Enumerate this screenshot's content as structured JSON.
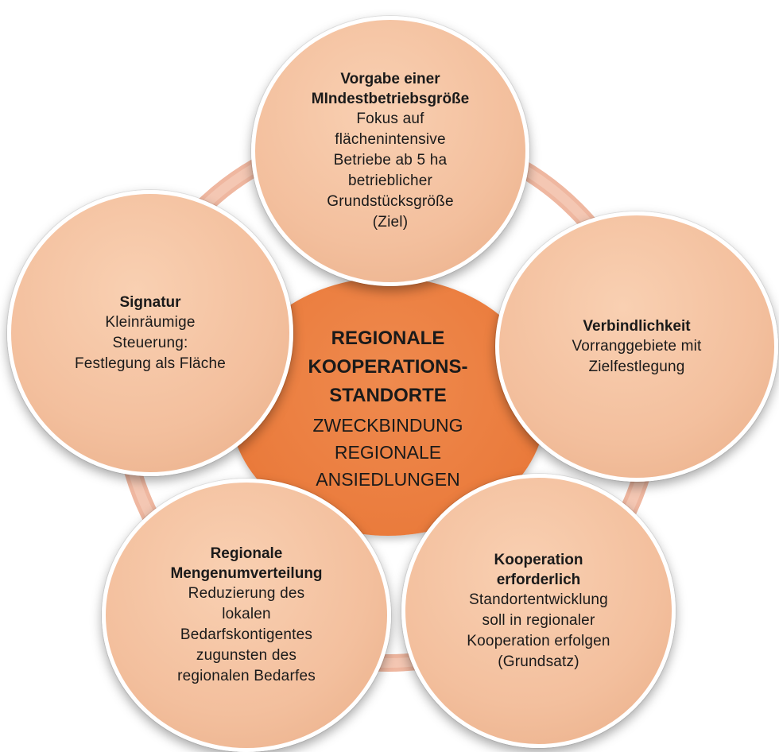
{
  "colors": {
    "outer_circle": "#f3bf9d",
    "center_circle": "#ea7b3c",
    "ring": "#efb7a0"
  },
  "center": {
    "title_lines": [
      "REGIONALE",
      "KOOPERATIONS-",
      "STANDORTE"
    ],
    "body_lines": [
      "ZWECKBINDUNG",
      "REGIONALE",
      "ANSIEDLUNGEN"
    ]
  },
  "circles": {
    "top": {
      "title_lines": [
        "Vorgabe einer",
        "MIndestbetriebsgröße"
      ],
      "body_lines": [
        "Fokus auf",
        "flächenintensive",
        "Betriebe ab 5 ha",
        "betrieblicher",
        "Grundstücksgröße",
        "(Ziel)"
      ]
    },
    "right": {
      "title_lines": [
        "Verbindlichkeit"
      ],
      "body_lines": [
        "Vorranggebiete mit",
        "Zielfestlegung"
      ]
    },
    "left": {
      "title_lines": [
        "Signatur"
      ],
      "body_lines": [
        "Kleinräumige",
        "Steuerung:",
        "Festlegung als Fläche"
      ]
    },
    "bottom_left": {
      "title_lines": [
        "Regionale",
        "Mengenumverteilung"
      ],
      "body_lines": [
        "Reduzierung des",
        "lokalen",
        "Bedarfskontigentes",
        "zugunsten des",
        "regionalen Bedarfes"
      ]
    },
    "bottom_right": {
      "title_lines": [
        "Kooperation",
        "erforderlich"
      ],
      "body_lines": [
        "Standortentwicklung",
        "soll in regionaler",
        "Kooperation erfolgen",
        "(Grundsatz)"
      ]
    }
  }
}
